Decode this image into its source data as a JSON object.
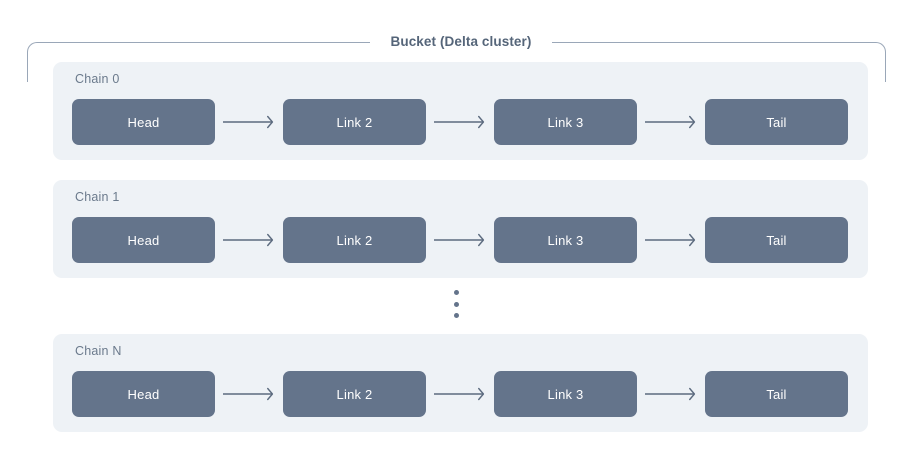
{
  "diagram": {
    "legend": "Bucket (Delta cluster)",
    "node_colors": {
      "node_fill": "#64748b",
      "node_text": "#ffffff",
      "row_band": "#eef2f6",
      "bracket": "#9aa7b8",
      "legend_text": "#556579",
      "label_text": "#6b7a8c",
      "arrow": "#5c6b7f",
      "page_background": "#ffffff"
    },
    "chains": [
      {
        "label": "Chain 0",
        "nodes": [
          "Head",
          "Link 2",
          "Link 3",
          "Tail"
        ]
      },
      {
        "label": "Chain 1",
        "nodes": [
          "Head",
          "Link 2",
          "Link 3",
          "Tail"
        ]
      },
      {
        "label": "Chain N",
        "nodes": [
          "Head",
          "Link 2",
          "Link 3",
          "Tail"
        ]
      }
    ],
    "ellipsis": "vertical-ellipsis"
  }
}
